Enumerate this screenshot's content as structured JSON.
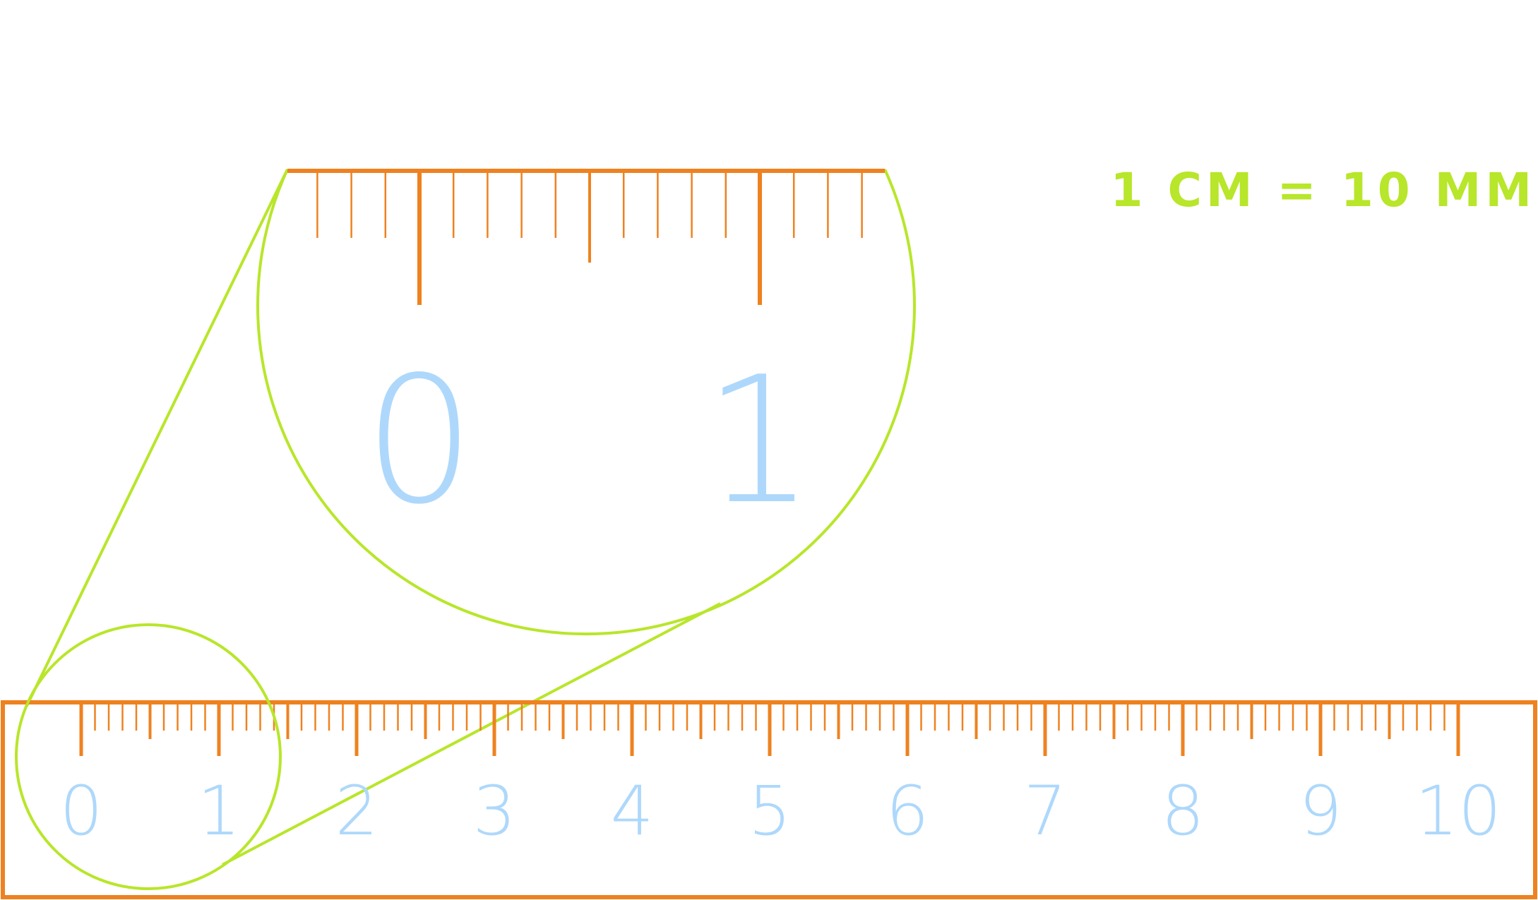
{
  "caption": "1 CM = 10 MM",
  "colors": {
    "ruler": "#EE8220",
    "numbers": "#AED8FB",
    "magnifier": "#B8E62A",
    "caption": "#B8E62A"
  },
  "ruler": {
    "cm_min": 0,
    "cm_max": 10,
    "mm_per_cm": 10,
    "labels": [
      "0",
      "1",
      "2",
      "3",
      "4",
      "5",
      "6",
      "7",
      "8",
      "9",
      "10"
    ]
  },
  "zoom": {
    "labels": [
      "0",
      "1"
    ]
  }
}
